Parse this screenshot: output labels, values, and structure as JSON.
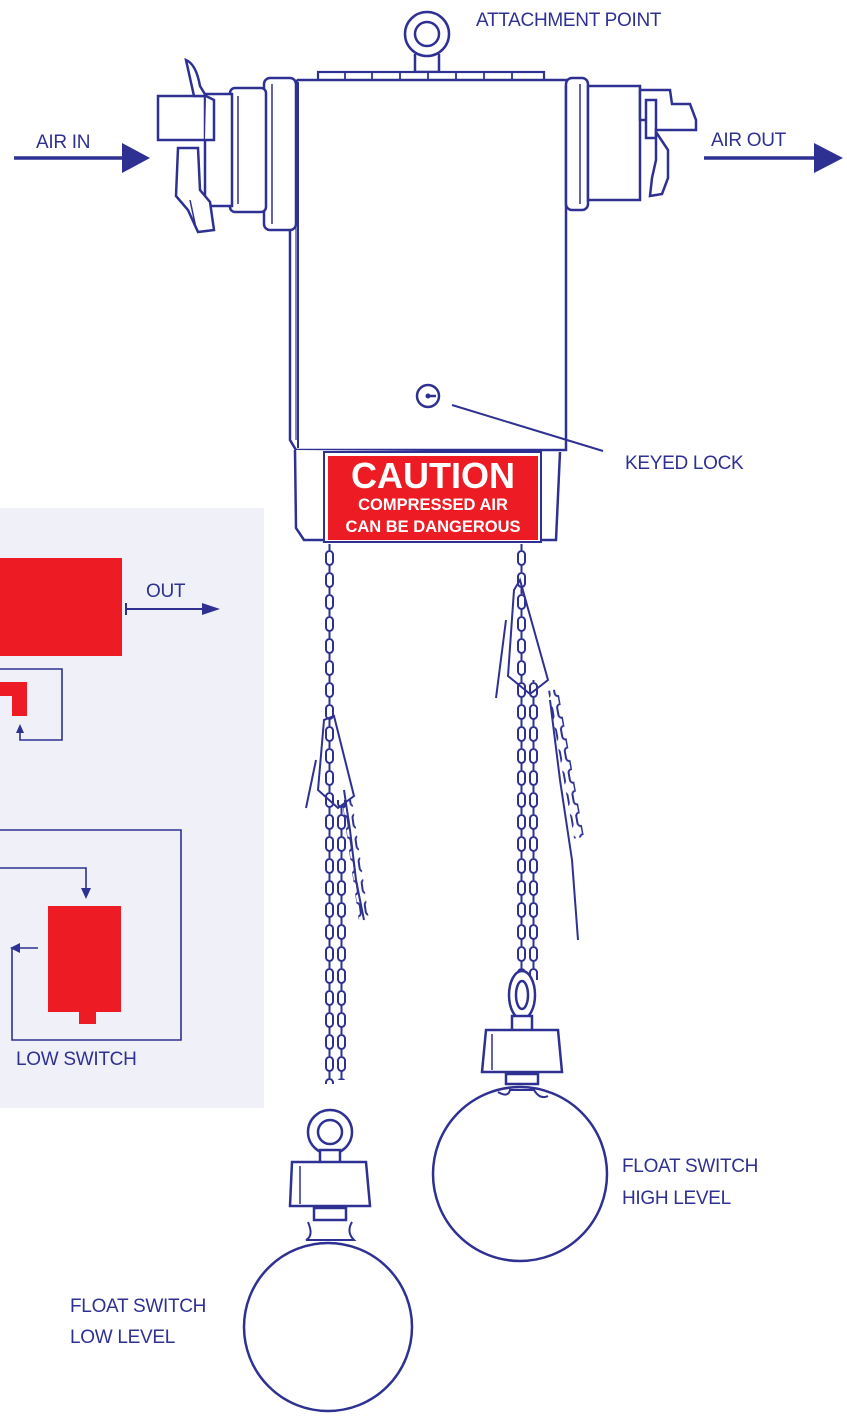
{
  "colors": {
    "line": "#2e3192",
    "accent_red": "#ed1c24",
    "panel_bg": "#f0f1f8",
    "white": "#ffffff"
  },
  "labels": {
    "attachment_point": "ATTACHMENT POINT",
    "air_in": "AIR IN",
    "air_out": "AIR OUT",
    "keyed_lock": "KEYED LOCK",
    "out": "OUT",
    "low_switch": "LOW SWITCH",
    "float_high_line1": "FLOAT SWITCH",
    "float_high_line2": "HIGH LEVEL",
    "float_low_line1": "FLOAT SWITCH",
    "float_low_line2": "LOW LEVEL"
  },
  "caution_sign": {
    "title": "CAUTION",
    "line1": "COMPRESSED AIR",
    "line2": "CAN BE DANGEROUS"
  },
  "icons": {
    "attachment": "ring-hook-icon",
    "lock": "keyhole-icon",
    "air_in": "arrow-right-icon",
    "air_out": "arrow-right-icon"
  }
}
